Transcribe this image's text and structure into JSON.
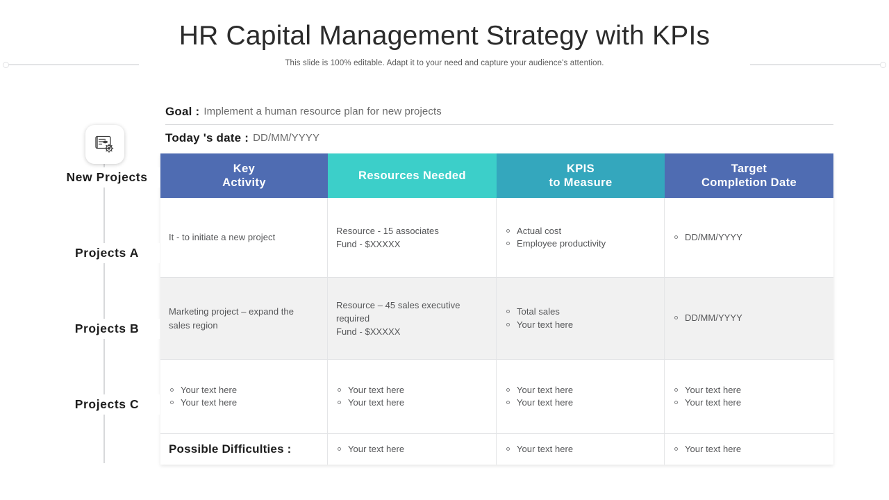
{
  "header": {
    "title": "HR Capital Management Strategy with KPIs",
    "subtitle": "This slide is 100% editable. Adapt it to your need and capture your audience's attention."
  },
  "meta": {
    "goal_label": "Goal :",
    "goal_value": "Implement a human resource plan for new projects",
    "date_label": "Today 's date :",
    "date_value": "DD/MM/YYYY"
  },
  "rail": {
    "icon": "document-gear-icon",
    "items": [
      {
        "label": "New Projects"
      },
      {
        "label": "Projects  A"
      },
      {
        "label": "Projects  B"
      },
      {
        "label": "Projects  C"
      }
    ]
  },
  "table": {
    "headers": [
      {
        "line1": "Key",
        "line2": "Activity",
        "color": "#4f6cb2"
      },
      {
        "line1": "Resources  Needed",
        "line2": "",
        "color": "#3ccfc9"
      },
      {
        "line1": "KPIS",
        "line2": "to Measure",
        "color": "#34a7bd"
      },
      {
        "line1": "Target",
        "line2": "Completion  Date",
        "color": "#4f6cb2"
      }
    ],
    "rows": [
      {
        "shaded": false,
        "cells": [
          {
            "type": "text",
            "lines": [
              "It - to initiate a new project"
            ]
          },
          {
            "type": "text",
            "lines": [
              "Resource - 15 associates",
              "Fund - $XXXXX"
            ]
          },
          {
            "type": "bullets",
            "items": [
              "Actual cost",
              "Employee productivity"
            ]
          },
          {
            "type": "bullets",
            "items": [
              "DD/MM/YYYY"
            ]
          }
        ]
      },
      {
        "shaded": true,
        "cells": [
          {
            "type": "text",
            "lines": [
              "Marketing project – expand the",
              "sales region"
            ]
          },
          {
            "type": "text",
            "lines": [
              "Resource – 45 sales executive",
              "required",
              "Fund - $XXXXX"
            ]
          },
          {
            "type": "bullets",
            "items": [
              "Total sales",
              "Your text here"
            ]
          },
          {
            "type": "bullets",
            "items": [
              "DD/MM/YYYY"
            ]
          }
        ]
      },
      {
        "shaded": false,
        "cells": [
          {
            "type": "bullets",
            "items": [
              "Your text here",
              "Your text here"
            ]
          },
          {
            "type": "bullets",
            "items": [
              "Your text here",
              "Your text here"
            ]
          },
          {
            "type": "bullets",
            "items": [
              "Your text here",
              "Your text here"
            ]
          },
          {
            "type": "bullets",
            "items": [
              "Your text here",
              "Your text here"
            ]
          }
        ]
      },
      {
        "shaded": false,
        "cells": [
          {
            "type": "strong",
            "lines": [
              "Possible Difficulties :"
            ]
          },
          {
            "type": "bullets",
            "items": [
              "Your text here"
            ]
          },
          {
            "type": "bullets",
            "items": [
              "Your text here"
            ]
          },
          {
            "type": "bullets",
            "items": [
              "Your text here"
            ]
          }
        ]
      }
    ]
  }
}
